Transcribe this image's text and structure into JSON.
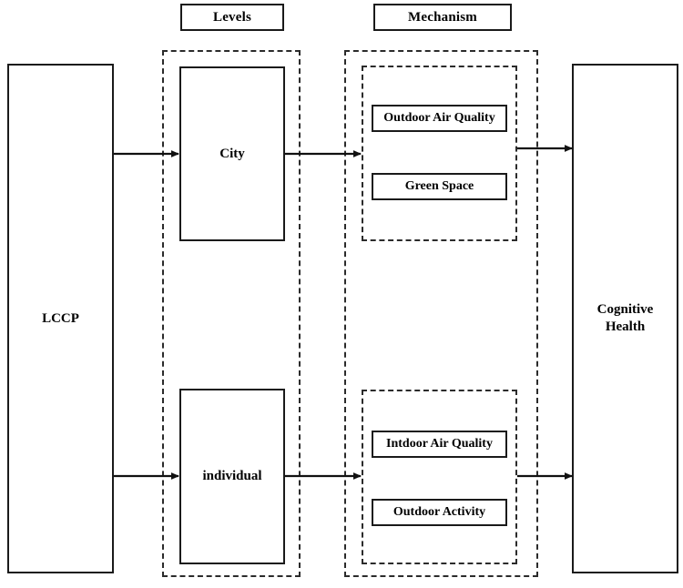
{
  "diagram": {
    "title_headers": [
      {
        "id": "levels",
        "label": "Levels"
      },
      {
        "id": "mechanism",
        "label": "Mechanism"
      }
    ],
    "source": {
      "label": "LCCP"
    },
    "outcome": {
      "label": "Cognitive\nHealth",
      "line1": "Cognitive",
      "line2": "Health"
    },
    "levels": [
      {
        "id": "city",
        "label": "City"
      },
      {
        "id": "individual",
        "label": "individual"
      }
    ],
    "mechanisms": [
      {
        "group": "city-mechanisms",
        "items": [
          {
            "id": "outdoor-air-quality",
            "label": "Outdoor Air Quality"
          },
          {
            "id": "green-space",
            "label": "Green Space"
          }
        ]
      },
      {
        "group": "individual-mechanisms",
        "items": [
          {
            "id": "intdoor-air-quality",
            "label": "Intdoor Air Quality"
          },
          {
            "id": "outdoor-activity",
            "label": "Outdoor Activity"
          }
        ]
      }
    ],
    "colors": {
      "stroke": "#1a1a1a",
      "dashed_stroke": "#2b2b2b",
      "background": "#ffffff",
      "text": "#000000"
    },
    "connections": [
      {
        "from": "LCCP",
        "to": "City"
      },
      {
        "from": "LCCP",
        "to": "individual"
      },
      {
        "from": "City",
        "to": "city-mechanisms"
      },
      {
        "from": "individual",
        "to": "individual-mechanisms"
      },
      {
        "from": "city-mechanisms",
        "to": "Cognitive Health"
      },
      {
        "from": "individual-mechanisms",
        "to": "Cognitive Health"
      }
    ]
  }
}
